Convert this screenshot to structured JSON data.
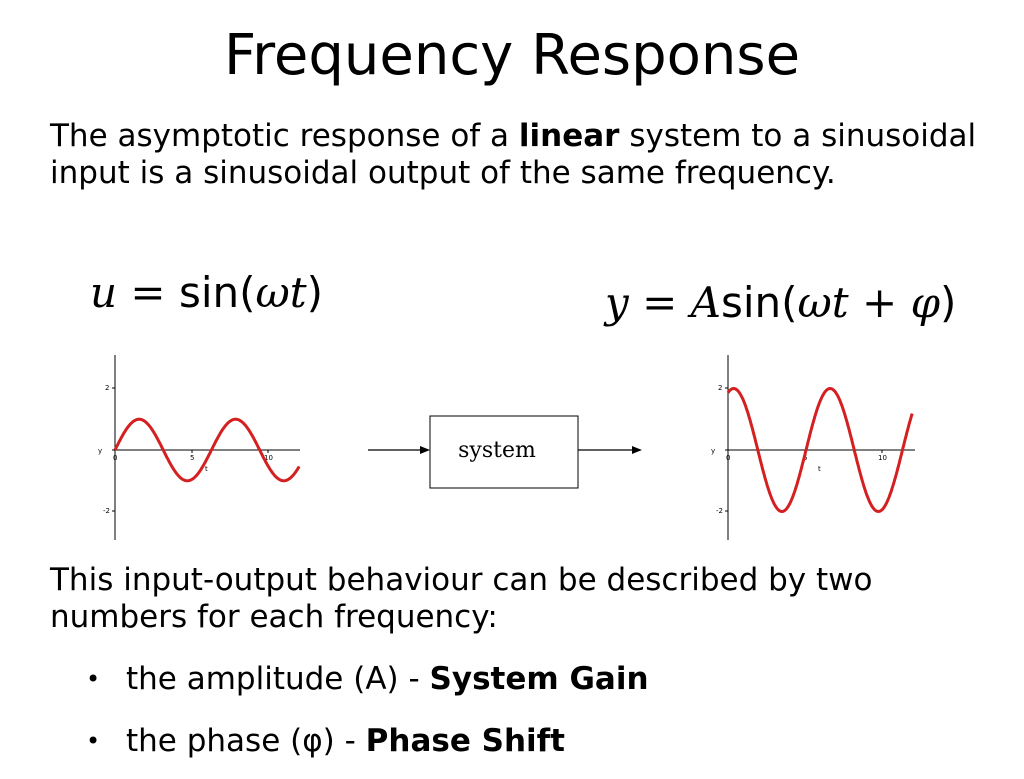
{
  "title": "Frequency Response",
  "intro": {
    "part1": "The asymptotic response of a ",
    "bold": "linear",
    "part2": " system to a sinusoidal input is a sinusoidal output of the same frequency."
  },
  "input_equation": {
    "lhs": "u",
    "eq": " = ",
    "func": "sin(",
    "arg": "ωt",
    "close": ")"
  },
  "output_equation": {
    "lhs": "y",
    "eq": " = ",
    "amp": "A",
    "func": "sin(",
    "arg": "ωt",
    "plus": " + ",
    "phase": "φ",
    "close": ")"
  },
  "system_label": "system",
  "input_plot": {
    "y_axis_label": "y",
    "x_axis_label": "t",
    "x_ticks": [
      "0",
      "5",
      "10"
    ],
    "y_ticks": [
      "2",
      "-2"
    ],
    "amplitude": 1,
    "phase": 0,
    "line_color": "#d42020"
  },
  "output_plot": {
    "y_axis_label": "y",
    "x_axis_label": "t",
    "x_ticks": [
      "0",
      "5",
      "10"
    ],
    "y_ticks": [
      "2",
      "-2"
    ],
    "amplitude": 2,
    "phase": 1.2,
    "line_color": "#d42020"
  },
  "behaviour_text": "This input-output behaviour can be described by two numbers for each frequency:",
  "bullets": [
    {
      "dot": "•",
      "text": "the amplitude (A) - ",
      "bold": "System Gain"
    },
    {
      "dot": "•",
      "text": "the phase (φ) - ",
      "bold": "Phase Shift"
    }
  ]
}
